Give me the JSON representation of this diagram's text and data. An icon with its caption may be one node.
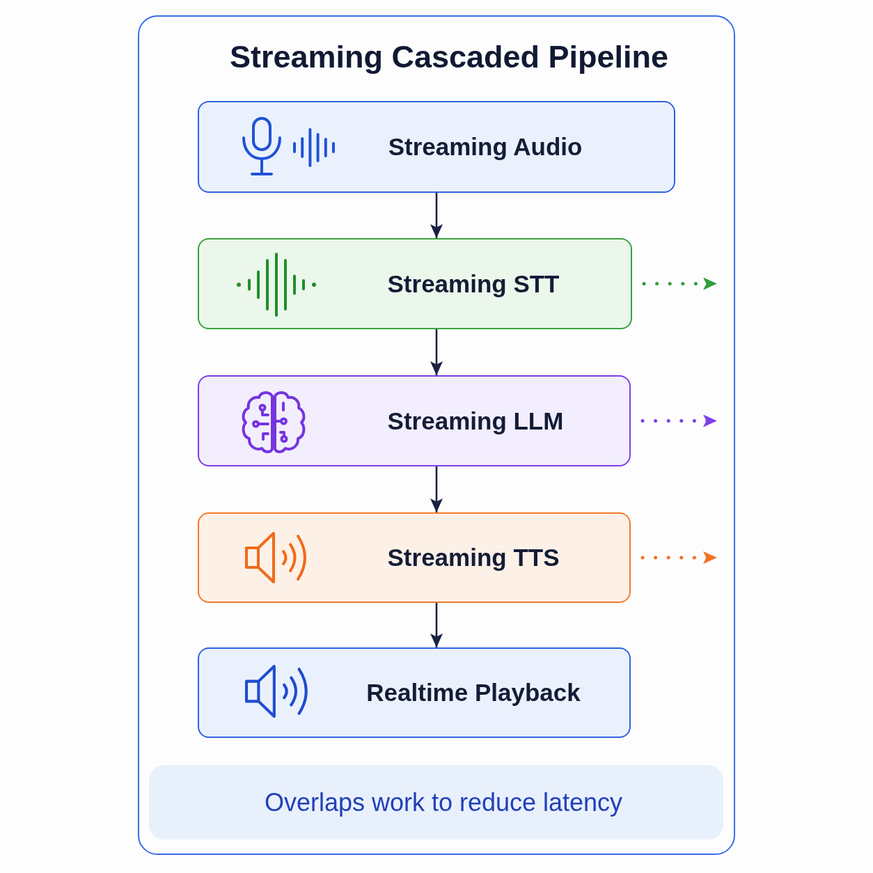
{
  "diagram": {
    "title": "Streaming Cascaded Pipeline",
    "nodes": [
      {
        "text": [],
        "shape": "box"
      },
      {
        "text": [
          "Streaming Audio"
        ],
        "in": 0
      },
      {
        "text": [
          "Streaming STT"
        ],
        "in": 0
      },
      {
        "text": [
          "Streaming LLM"
        ],
        "in": 0
      },
      {
        "text": [
          "Streaming TTS"
        ],
        "in": 0
      },
      {
        "text": [
          "Realtime Playback"
        ],
        "in": 0
      },
      {
        "text": [
          "Overlaps work to reduce latency"
        ],
        "in": 0
      }
    ],
    "edges": [
      {
        "from": 1,
        "to": 2,
        "arrow": "to"
      },
      {
        "from": 2,
        "to": 3,
        "arrow": "to"
      },
      {
        "from": 3,
        "to": 4,
        "arrow": "to"
      },
      {
        "from": 4,
        "to": 5,
        "arrow": "to"
      },
      {
        "from": 2,
        "to": null,
        "arrow": "to",
        "style": "dashed",
        "color": "#2f9e3a"
      },
      {
        "from": 3,
        "to": null,
        "arrow": "to",
        "style": "dashed",
        "color": "#7b3fe4"
      },
      {
        "from": 4,
        "to": null,
        "arrow": "to",
        "style": "dashed",
        "color": "#f3701f"
      }
    ]
  }
}
